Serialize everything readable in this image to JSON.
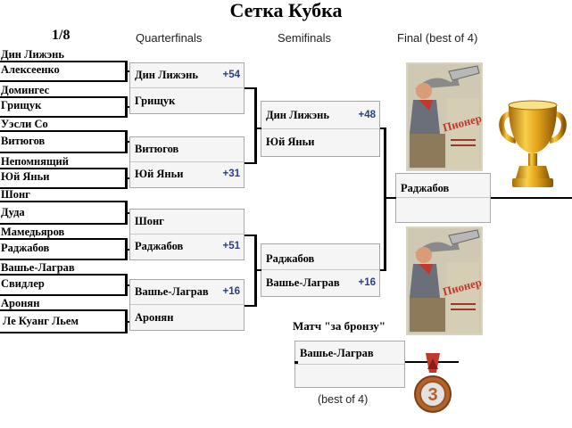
{
  "title": "Сетка Кубка",
  "headers": {
    "r16": "1/8",
    "qf": "Quarterfinals",
    "sf": "Semifinals",
    "final": "Final (best of 4)"
  },
  "round_of_16": [
    "Дин Лижэнь",
    "Алексеенко",
    "Домингес",
    "Грищук",
    "Уэсли Со",
    "Витюгов",
    "Непомнящий",
    "Юй Яньи",
    "Шонг",
    "Дуда",
    "Мамедьяров",
    "Раджабов",
    "Вашье-Лаграв",
    "Свидлер",
    "Аронян",
    "Ле Куанг Льем"
  ],
  "quarterfinals": [
    {
      "top": "Дин Лижэнь",
      "top_score": "+54",
      "bottom": "Грищук",
      "bottom_score": ""
    },
    {
      "top": "Витюгов",
      "top_score": "",
      "bottom": "Юй Яньи",
      "bottom_score": "+31"
    },
    {
      "top": "Шонг",
      "top_score": "",
      "bottom": "Раджабов",
      "bottom_score": "+51"
    },
    {
      "top": "Вашье-Лаграв",
      "top_score": "+16",
      "bottom": "Аронян",
      "bottom_score": ""
    }
  ],
  "semifinals": [
    {
      "top": "Дин Лижэнь",
      "top_score": "+48",
      "bottom": "Юй Яньи",
      "bottom_score": ""
    },
    {
      "top": "Раджабов",
      "top_score": "",
      "bottom": "Вашье-Лаграв",
      "bottom_score": "+16"
    }
  ],
  "final": {
    "top": "Раджабов",
    "bottom": ""
  },
  "bronze": {
    "title": "Матч \"за бронзу\"",
    "top": "Вашье-Лаграв",
    "bottom": "",
    "note": "(best of 4)"
  },
  "medal_number": "3",
  "colors": {
    "score": "#2b3f82",
    "trophy": "#e2a21a",
    "medal": "#b4622c",
    "ribbon": "#c0392b"
  },
  "icons": [
    "trophy-icon",
    "trumpeter-poster-image",
    "bronze-medal-icon"
  ]
}
